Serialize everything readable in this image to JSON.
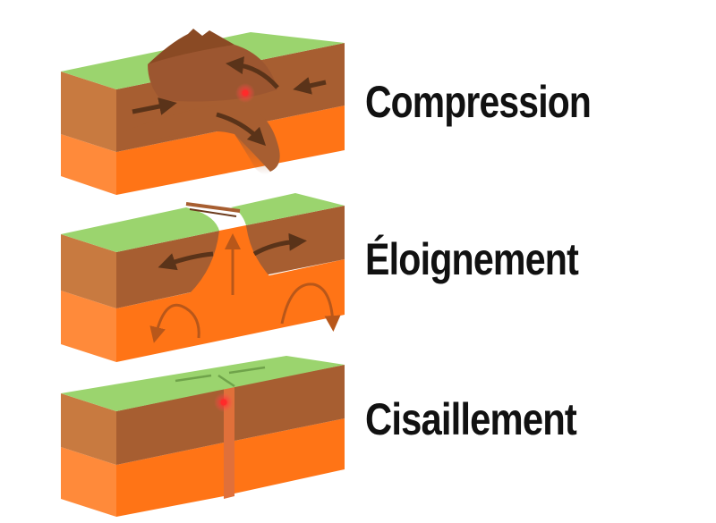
{
  "colors": {
    "grass_top": "#9BD46E",
    "crust_front": "#A75E31",
    "crust_side": "#C87A40",
    "mantle_front": "#FF7416",
    "mantle_side": "#FF8A3A",
    "arrow": "#5A3319",
    "epicenter": "#FF2A2A",
    "background": "#FFFFFF"
  },
  "panels": [
    {
      "id": "compression",
      "label": "Compression"
    },
    {
      "id": "divergence",
      "label": "Éloignement"
    },
    {
      "id": "shear",
      "label": "Cisaillement"
    }
  ]
}
